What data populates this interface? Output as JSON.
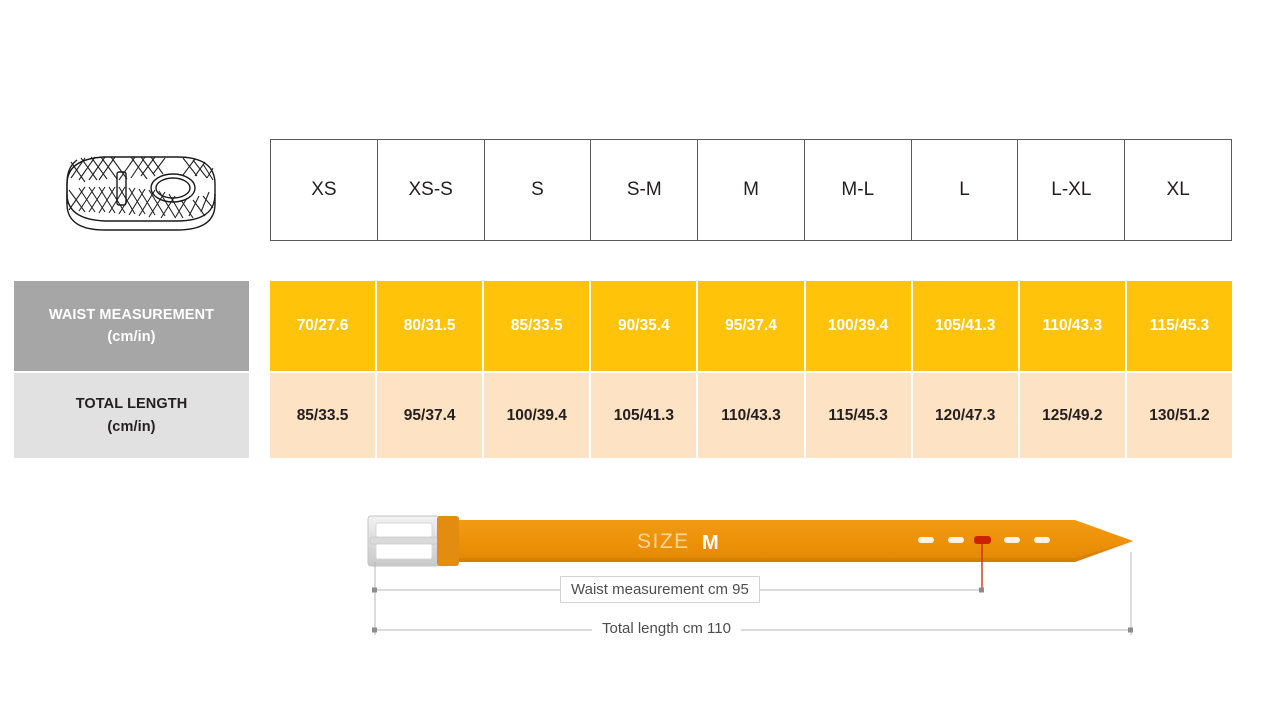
{
  "product_icon": {
    "name": "braided-belt-illustration",
    "alt": "Braided belt coiled illustration"
  },
  "table": {
    "size_headers": [
      "XS",
      "XS-S",
      "S",
      "S-M",
      "M",
      "M-L",
      "L",
      "L-XL",
      "XL"
    ],
    "rows": [
      {
        "label_main": "WAIST MEASUREMENT",
        "label_sub": "(cm/in)",
        "values": [
          "70/27.6",
          "80/31.5",
          "85/33.5",
          "90/35.4",
          "95/37.4",
          "100/39.4",
          "105/41.3",
          "110/43.3",
          "115/45.3"
        ]
      },
      {
        "label_main": "TOTAL LENGTH",
        "label_sub": "(cm/in)",
        "values": [
          "85/33.5",
          "95/37.4",
          "100/39.4",
          "105/41.3",
          "110/43.3",
          "115/45.3",
          "120/47.3",
          "125/49.2",
          "130/51.2"
        ]
      }
    ]
  },
  "diagram": {
    "size_word": "SIZE",
    "size_value": "M",
    "waist_label": "Waist measurement cm 95",
    "length_label": "Total length cm 110",
    "holes_total": 5,
    "highlighted_hole_index": 2
  },
  "colors": {
    "table_orange": "#ffc40a",
    "table_peach": "#fde3c4",
    "label_grey_dark": "#a6a6a6",
    "label_grey_light": "#e1e1e1",
    "belt_orange": "#ed9108",
    "buckle_silver": "#e0e0e0",
    "highlight_red": "#cc2200",
    "border_dark": "#58595b"
  }
}
